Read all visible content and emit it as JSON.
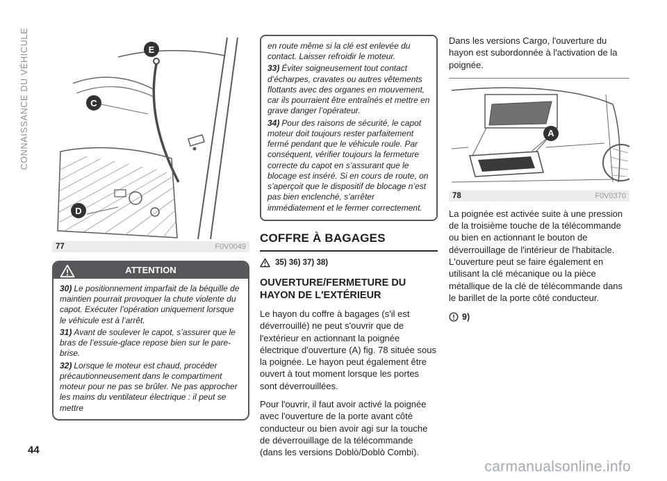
{
  "page": {
    "number": "44",
    "chapter": "CONNAISSANCE DU VÉHICULE",
    "watermark": "carmanualsonline.info"
  },
  "figure77": {
    "number": "77",
    "code": "F0V0049",
    "label_e": "E",
    "label_c": "C",
    "label_d": "D"
  },
  "attention": {
    "title": "ATTENTION",
    "items": [
      {
        "num": "30)",
        "text": "Le positionnement imparfait de la béquille de maintien pourrait provoquer la chute violente du capot. Exécuter l’opération uniquement lorsque le véhicule est à l’arrêt."
      },
      {
        "num": "31)",
        "text": "Avant de soulever le capot, s’assurer que le bras de l’essuie-glace repose bien sur le pare-brise."
      },
      {
        "num": "32)",
        "text": "Lorsque le moteur est chaud, procéder précautionneusement dans le compartiment moteur pour ne pas se brûler. Ne pas approcher les mains du ventilateur électrique : il peut se mettre"
      }
    ]
  },
  "attention_cont": {
    "lead": "en route même si la clé est enlevée du contact. Laisser refroidir le moteur.",
    "items": [
      {
        "num": "33)",
        "text": "Éviter soigneusement tout contact d’écharpes, cravates ou autres vêtements flottants avec des organes en mouvement, car ils pourraient être entraînés et mettre en grave danger l’opérateur."
      },
      {
        "num": "34)",
        "text": "Pour des raisons de sécurité, le capot moteur doit toujours rester parfaitement fermé pendant que le véhicule roule. Par conséquent, vérifier toujours la fermeture correcte du capot en s’assurant que le blocage est inséré. Si en cours de route, on s’aperçoit que le dispositif de blocage n’est pas bien enclenché, s’arrêter immédiatement et le fermer correctement."
      }
    ]
  },
  "section": {
    "title": "COFFRE À BAGAGES",
    "warning_refs": "35)  36)  37)  38)",
    "subsection_title": "OUVERTURE/FERMETURE DU HAYON DE L'EXTÉRIEUR",
    "para1": "Le hayon du coffre à bagages (s'il est déverrouillé) ne peut s'ouvrir que de l'extérieur en actionnant la poignée électrique d'ouverture (A) fig. 78 située sous la poignée. Le hayon peut également être ouvert à tout moment lorsque les portes sont déverrouillées.",
    "para2": "Pour l'ouvrir, il faut avoir activé la poignée avec l'ouverture de la porte avant côté conducteur ou bien avoir agi sur la touche de déverrouillage de la télécommande (dans les versions Doblò/Doblò Combi)."
  },
  "col3": {
    "para1": "Dans les versions Cargo, l'ouverture du hayon est subordonnée à l'activation de la poignée.",
    "figure78": {
      "number": "78",
      "code": "F0V0370",
      "label_a": "A"
    },
    "para2": "La poignée est activée suite à une pression de la troisième touche de la télécommande ou bien en actionnant le bouton de déverrouillage de l'intérieur de l'habitacle. L'ouverture peut se faire également en utilisant la clé mécanique ou la pièce métallique de la clé de télécommande dans le barillet de la porte côté conducteur.",
    "note_ref": "9)"
  }
}
